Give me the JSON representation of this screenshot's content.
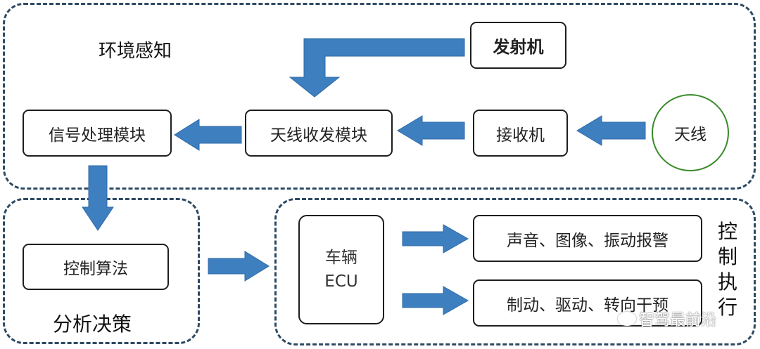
{
  "colors": {
    "arrow": "#3e7fbf",
    "dashed_border": "#2e4a63",
    "antenna_ring": "#3a8a2a"
  },
  "regions": {
    "perception": "环境感知",
    "decision": "分析决策",
    "execution": [
      "控",
      "制",
      "执",
      "行"
    ]
  },
  "nodes": {
    "transmitter": "发射机",
    "antenna": "天线",
    "receiver": "接收机",
    "transceiver_module": "天线收发模块",
    "signal_processing_module": "信号处理模块",
    "control_algorithm": "控制算法",
    "vehicle_ecu": [
      "车辆",
      "ECU"
    ],
    "alarm_output": "声音、图像、振动报警",
    "actuation_output": "制动、驱动、转向干预"
  },
  "watermark": {
    "text": "智驾最前沿",
    "icon": "wechat-icon"
  }
}
